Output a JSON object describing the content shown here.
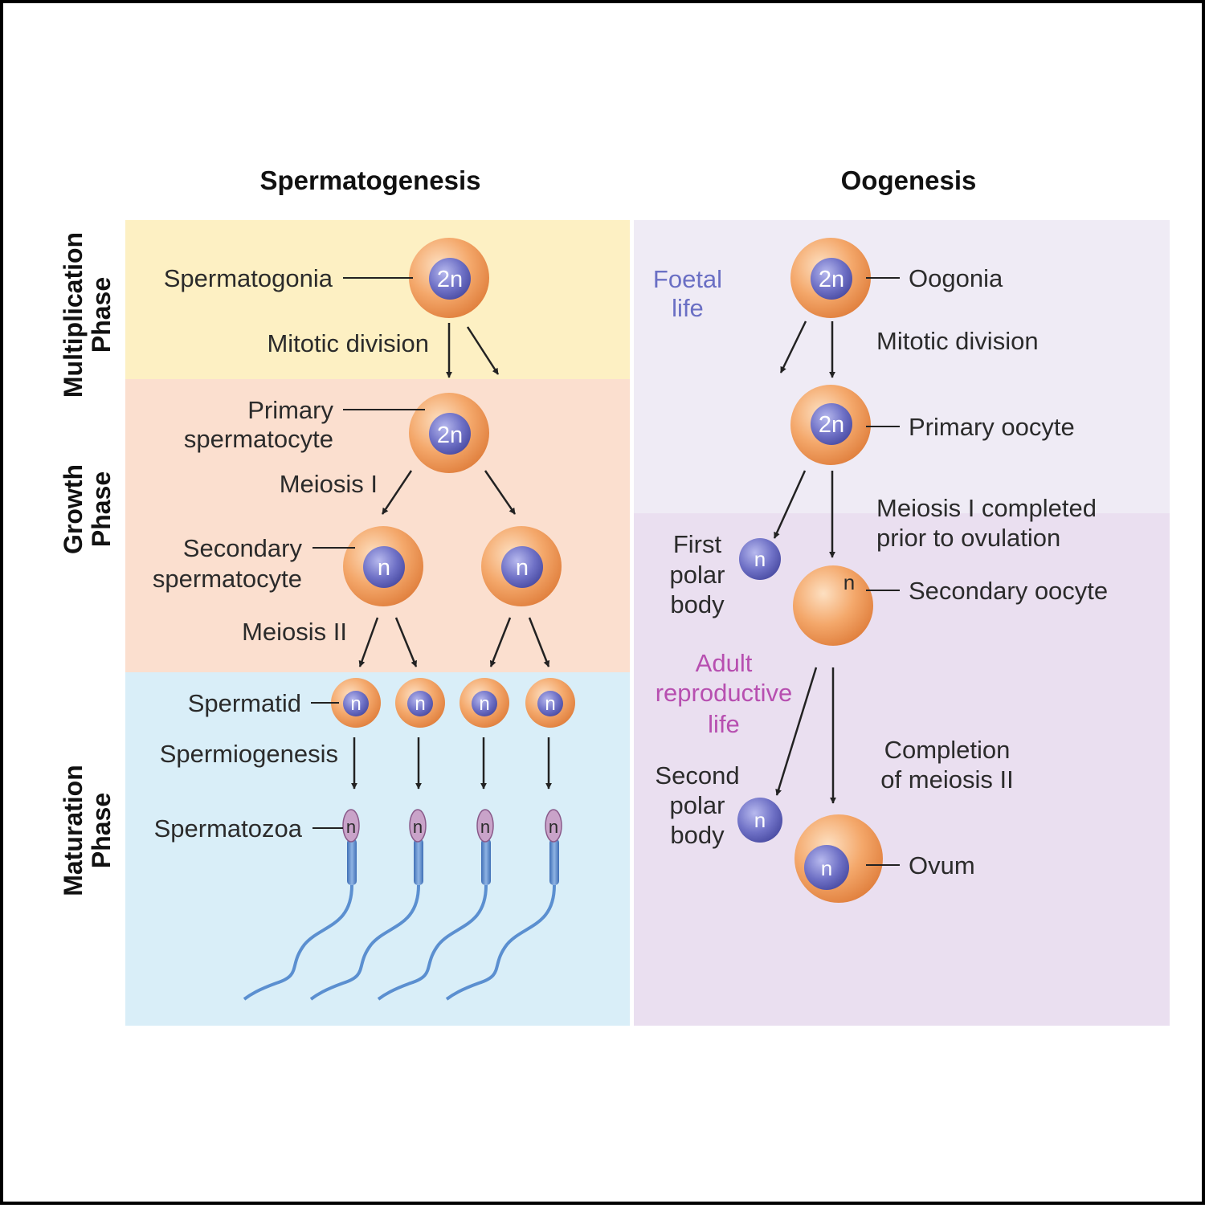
{
  "headers": {
    "left": "Spermatogenesis",
    "right": "Oogenesis"
  },
  "phases": {
    "multiplication": [
      "Multiplication",
      "Phase"
    ],
    "growth": [
      "Growth",
      "Phase"
    ],
    "maturation": [
      "Maturation",
      "Phase"
    ]
  },
  "colors": {
    "multiplication_bg": "#fdf0c3",
    "growth_bg": "#fbdfcf",
    "maturation_bg": "#d9eef8",
    "oogenesis_top_bg": "#efebf5",
    "oogenesis_bottom_bg": "#eadff0",
    "cell_orange": "#f2a263",
    "nucleus_purple": "#6d6fc4"
  },
  "ploidy": {
    "diploid": "2n",
    "haploid": "n"
  },
  "spermatogenesis": {
    "spermatogonia": "Spermatogonia",
    "mitotic_division": "Mitotic division",
    "primary_spermatocyte": [
      "Primary",
      "spermatocyte"
    ],
    "meiosis_1": "Meiosis I",
    "secondary_spermatocyte": [
      "Secondary",
      "spermatocyte"
    ],
    "meiosis_2": "Meiosis II",
    "spermatid": "Spermatid",
    "spermiogenesis": "Spermiogenesis",
    "spermatozoa": "Spermatozoa"
  },
  "oogenesis": {
    "foetal_life": [
      "Foetal",
      "life"
    ],
    "oogonia": "Oogonia",
    "mitotic_division": "Mitotic division",
    "primary_oocyte": "Primary oocyte",
    "meiosis_1_completed": [
      "Meiosis I completed",
      "prior to ovulation"
    ],
    "first_polar_body": [
      "First",
      "polar",
      "body"
    ],
    "secondary_oocyte": "Secondary oocyte",
    "adult_reproductive_life": [
      "Adult",
      "reproductive",
      "life"
    ],
    "completion_meiosis_2": [
      "Completion",
      "of meiosis II"
    ],
    "second_polar_body": [
      "Second",
      "polar",
      "body"
    ],
    "ovum": "Ovum"
  }
}
